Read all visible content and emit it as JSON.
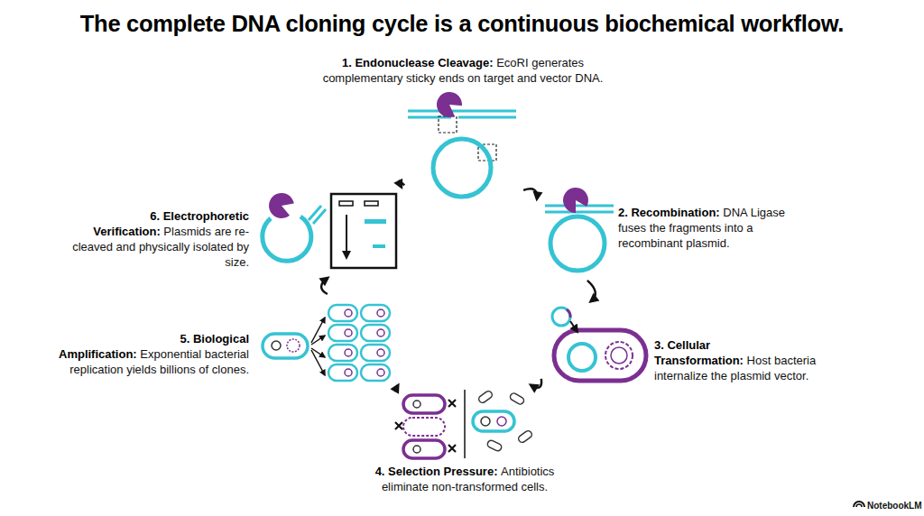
{
  "diagram": {
    "title": "The complete DNA cloning cycle is a continuous biochemical workflow.",
    "nodes": [
      {
        "text": [
          "1. Endonuclease Cleavage:",
          "EcoRI generates complementary sticky ends on target and vector DNA."
        ]
      },
      {
        "text": [
          "2. Recombination:",
          "DNA Ligase fuses the fragments into a recombinant plasmid."
        ]
      },
      {
        "text": [
          "3. Cellular Transformation:",
          "Host bacteria internalize the plasmid vector."
        ]
      },
      {
        "text": [
          "4. Selection Pressure:",
          "Antibiotics eliminate non-transformed cells."
        ]
      },
      {
        "text": [
          "5. Biological Amplification:",
          "Exponential bacterial replication yields billions of clones."
        ]
      },
      {
        "text": [
          "6. Electrophoretic Verification:",
          "Plasmids are re-cleaved and physically isolated by size."
        ]
      }
    ],
    "edges": [
      {
        "from": 0,
        "to": 1,
        "arrow": "to"
      },
      {
        "from": 1,
        "to": 2,
        "arrow": "to"
      },
      {
        "from": 2,
        "to": 3,
        "arrow": "to"
      },
      {
        "from": 3,
        "to": 4,
        "arrow": "to"
      },
      {
        "from": 4,
        "to": 5,
        "arrow": "to"
      },
      {
        "from": 5,
        "to": 0,
        "arrow": "to"
      }
    ],
    "labels": [
      "NotebookLM"
    ]
  }
}
